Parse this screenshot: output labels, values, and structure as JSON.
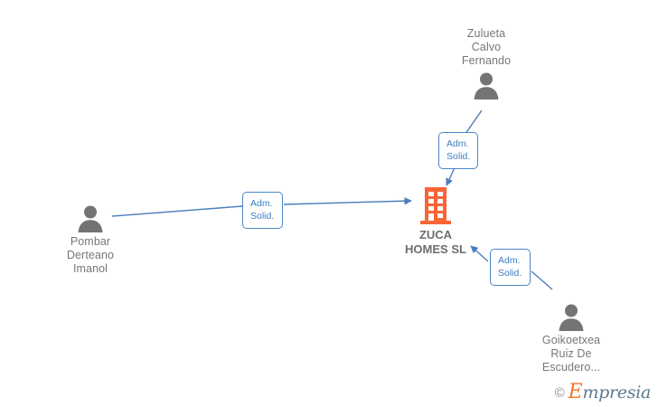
{
  "graph": {
    "company": {
      "name": "ZUCA\nHOMES  SL",
      "icon": "building-icon",
      "color": "#f96535"
    },
    "people": [
      {
        "id": "zulueta",
        "name": "Zulueta\nCalvo\nFernando",
        "icon": "person-icon",
        "label_position": "above"
      },
      {
        "id": "pombar",
        "name": "Pombar\nDerteano\nImanol",
        "icon": "person-icon",
        "label_position": "below"
      },
      {
        "id": "goikoetxea",
        "name": "Goikoetxea\nRuiz De\nEscudero...",
        "icon": "person-icon",
        "label_position": "below"
      }
    ],
    "edges": [
      {
        "id": "edge-zulueta",
        "from": "zulueta",
        "to": "company",
        "label": "Adm.\nSolid."
      },
      {
        "id": "edge-pombar",
        "from": "pombar",
        "to": "company",
        "label": "Adm.\nSolid."
      },
      {
        "id": "edge-goikoetxea",
        "from": "goikoetxea",
        "to": "company",
        "label": "Adm.\nSolid."
      }
    ],
    "colors": {
      "edge": "#4a7ebd",
      "edge_label_border": "#4a86c8",
      "edge_label_text": "#3d7ebf",
      "person": "#747474",
      "company": "#f96535",
      "node_text": "#777777"
    }
  },
  "watermark": {
    "copyright": "©",
    "brand_initial": "E",
    "brand_rest": "mpresia"
  }
}
